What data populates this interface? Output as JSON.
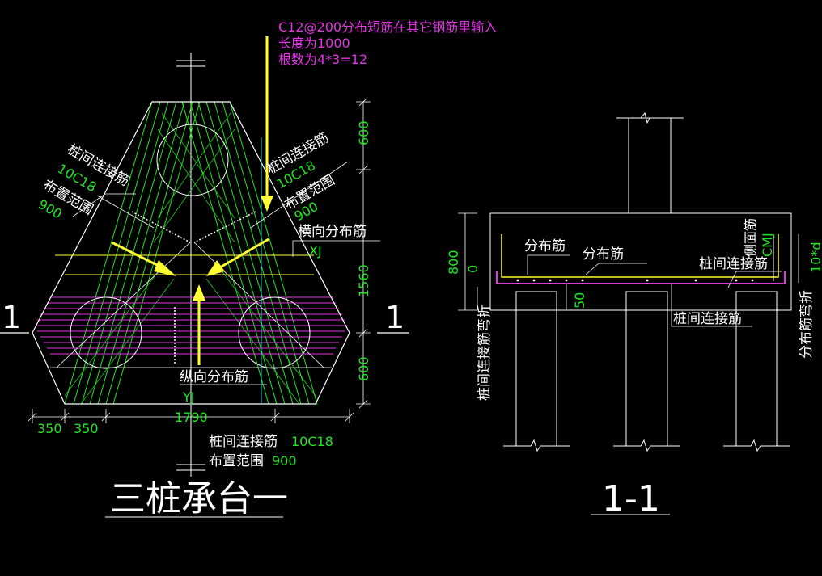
{
  "colors": {
    "background": "#000000",
    "line_white": "#ffffff",
    "rebar_green": "#22e622",
    "rebar_magenta": "#e633e6",
    "arrow_yellow": "#ffff33",
    "cyan": "#33cccc",
    "text_green": "#22e622",
    "text_magenta": "#e633e6"
  },
  "note": {
    "line1": "C12@200分布短筋在其它钢筋里输入",
    "line2": "长度为1000",
    "line3": "根数为4*3=12"
  },
  "plan": {
    "title": "三桩承台一",
    "section_mark": "1",
    "left_link": {
      "name": "桩间连接筋",
      "spec": "10C18",
      "range_label": "布置范围",
      "range": "900"
    },
    "right_link": {
      "name": "桩间连接筋",
      "spec": "10C18",
      "range_label": "布置范围",
      "range": "900"
    },
    "bottom_link": {
      "name": "桩间连接筋",
      "spec": "10C18",
      "range_label": "布置范围",
      "range": "900"
    },
    "transverse_label": "横向分布筋",
    "transverse_code": "XJ",
    "longitudinal_label": "纵向分布筋",
    "longitudinal_code": "YJ",
    "dims_right": [
      "600",
      "1560",
      "600"
    ],
    "dims_bottom": [
      "350",
      "350",
      "1790"
    ]
  },
  "section": {
    "title": "1-1",
    "dist_bar_1": "分布筋",
    "dist_bar_2": "分布筋",
    "side_bar": "侧面筋",
    "side_code": "CMJ",
    "link_bar_top": "桩间连接筋",
    "link_bar_bottom": "桩间连接筋",
    "link_bend": "桩间连接筋弯折",
    "dist_bend": "分布筋弯折",
    "dim_height": "800",
    "dim_zero": "0",
    "dim_fifty": "50",
    "dim_bend": "10*d"
  }
}
